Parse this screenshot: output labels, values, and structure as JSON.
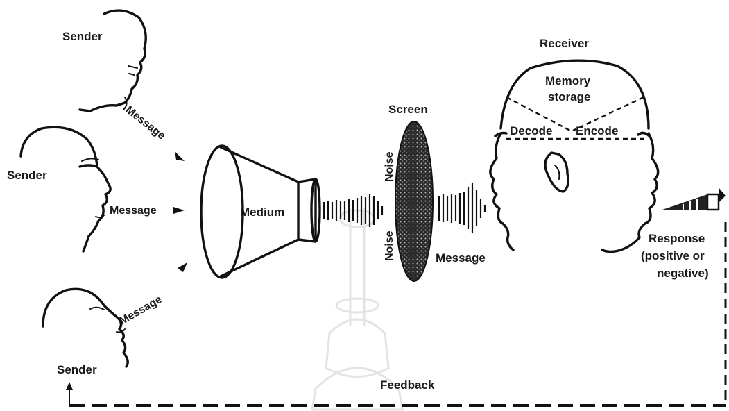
{
  "senders": [
    {
      "label": "Sender",
      "message": "Message"
    },
    {
      "label": "Sender",
      "message": "Message"
    },
    {
      "label": "Sender",
      "message": "Message"
    }
  ],
  "medium": {
    "label": "Medium"
  },
  "screen": {
    "label": "Screen",
    "noise_top": "Noise",
    "noise_bottom": "Noise"
  },
  "message_after_screen": "Message",
  "receiver": {
    "label": "Receiver",
    "memory_line1": "Memory",
    "memory_line2": "storage",
    "decode": "Decode",
    "encode": "Encode"
  },
  "response": {
    "line1": "Response",
    "line2": "(positive or",
    "line3": "negative)"
  },
  "feedback": "Feedback"
}
